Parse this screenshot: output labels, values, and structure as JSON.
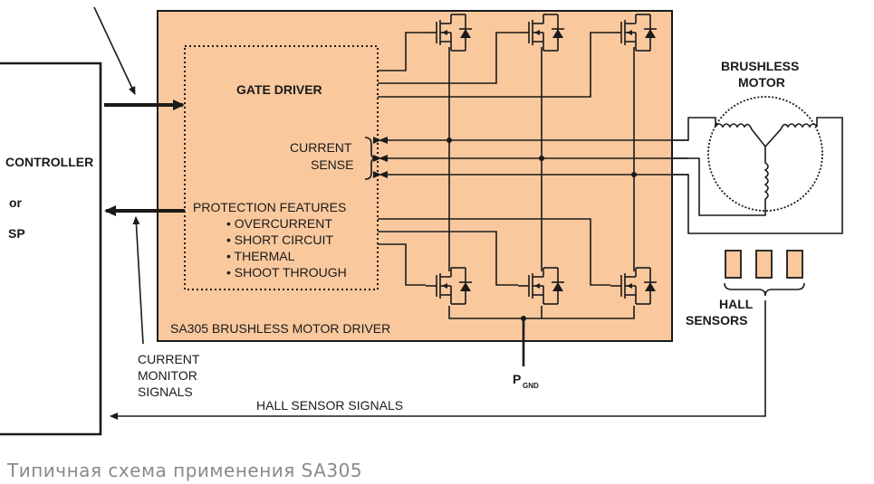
{
  "labels": {
    "controller_line1": "CONTROLLER",
    "controller_line2": "or",
    "controller_line3": "SP",
    "gate_driver": "GATE DRIVER",
    "current_sense_1": "CURRENT",
    "current_sense_2": "SENSE",
    "protection_title": "PROTECTION FEATURES",
    "protection_items": [
      "• OVERCURRENT",
      "• SHORT CIRCUIT",
      "• THERMAL",
      "• SHOOT THROUGH"
    ],
    "driver_name": "SA305 BRUSHLESS MOTOR DRIVER",
    "motor_line1": "BRUSHLESS",
    "motor_line2": "MOTOR",
    "hall_line1": "HALL",
    "hall_line2": "SENSORS",
    "current_monitor": [
      "CURRENT",
      "MONITOR",
      "SIGNALS"
    ],
    "pgnd_main": "P",
    "pgnd_sub": "GND",
    "hall_signals": "HALL SENSOR SIGNALS"
  },
  "caption": "Типичная схема применения SA305",
  "colors": {
    "driver_fill": "#f9c89d",
    "driver_border": "#1a1a1a",
    "hall_fill": "#f9c89d",
    "caption_color": "#8a8a8a"
  }
}
